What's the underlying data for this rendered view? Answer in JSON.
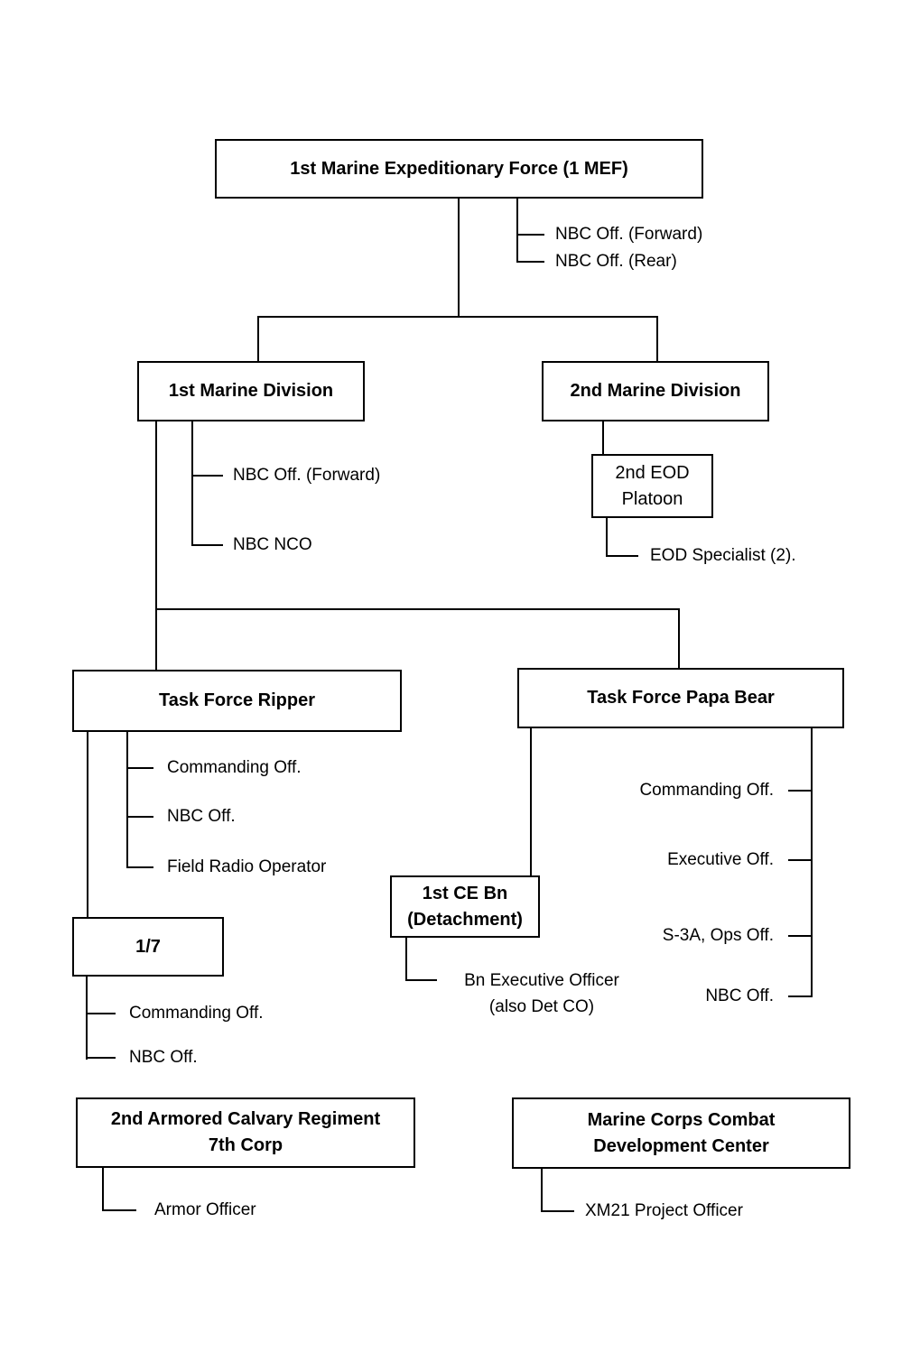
{
  "colors": {
    "line": "#000000",
    "background": "#ffffff",
    "text": "#000000"
  },
  "nodes": {
    "mef": {
      "label": "1st Marine Expeditionary Force (1 MEF)"
    },
    "div1": {
      "label": "1st Marine Division"
    },
    "div2": {
      "label": "2nd Marine Division"
    },
    "eod": {
      "line1": "2nd EOD",
      "line2": "Platoon"
    },
    "ripper": {
      "label": "Task Force Ripper"
    },
    "papa": {
      "label": "Task Force Papa Bear"
    },
    "ce": {
      "line1": "1st CE Bn",
      "line2": "(Detachment)"
    },
    "b17": {
      "label": "1/7"
    },
    "acr": {
      "line1": "2nd Armored Calvary Regiment",
      "line2": "7th Corp"
    },
    "mccdc": {
      "line1": "Marine Corps Combat",
      "line2": "Development Center"
    }
  },
  "staff": {
    "mef": [
      "NBC Off. (Forward)",
      "NBC Off. (Rear)"
    ],
    "div1": [
      "NBC Off. (Forward)",
      "NBC NCO"
    ],
    "eod": [
      "EOD Specialist (2)."
    ],
    "ripper": [
      "Commanding Off.",
      "NBC Off.",
      "Field Radio Operator"
    ],
    "papa": [
      "Commanding Off.",
      "Executive Off.",
      "S-3A, Ops Off.",
      "NBC Off."
    ],
    "ce": {
      "line1": "Bn Executive Officer",
      "line2": "(also Det CO)"
    },
    "b17": [
      "Commanding Off.",
      "NBC Off."
    ],
    "acr": [
      "Armor Officer"
    ],
    "mccdc": [
      "XM21 Project Officer"
    ]
  }
}
